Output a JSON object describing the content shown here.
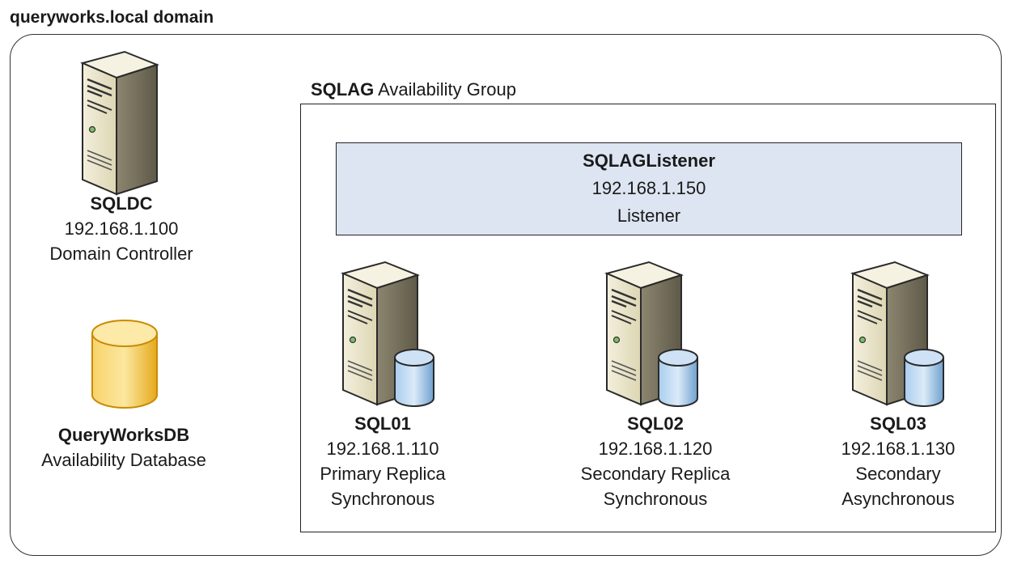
{
  "domain": {
    "title": "queryworks.local domain"
  },
  "availability_group": {
    "name": "SQLAG",
    "suffix": "Availability Group"
  },
  "listener": {
    "name": "SQLAGListener",
    "ip": "192.168.1.150",
    "role": "Listener"
  },
  "domain_controller": {
    "name": "SQLDC",
    "ip": "192.168.1.100",
    "role": "Domain Controller"
  },
  "database": {
    "name": "QueryWorksDB",
    "role": "Availability Database"
  },
  "replicas": [
    {
      "name": "SQL01",
      "ip": "192.168.1.110",
      "role": "Primary Replica",
      "mode": "Synchronous"
    },
    {
      "name": "SQL02",
      "ip": "192.168.1.120",
      "role": "Secondary Replica",
      "mode": "Synchronous"
    },
    {
      "name": "SQL03",
      "ip": "192.168.1.130",
      "role": "Secondary",
      "mode": "Asynchronous"
    }
  ],
  "colors": {
    "listener_fill": "#dde5f2",
    "server_body": "#e7e2c8",
    "db_gold": "#f5c23a",
    "db_blue": "#9dc3e6"
  },
  "icons": [
    "server-icon",
    "database-icon",
    "server-with-database-icon"
  ]
}
